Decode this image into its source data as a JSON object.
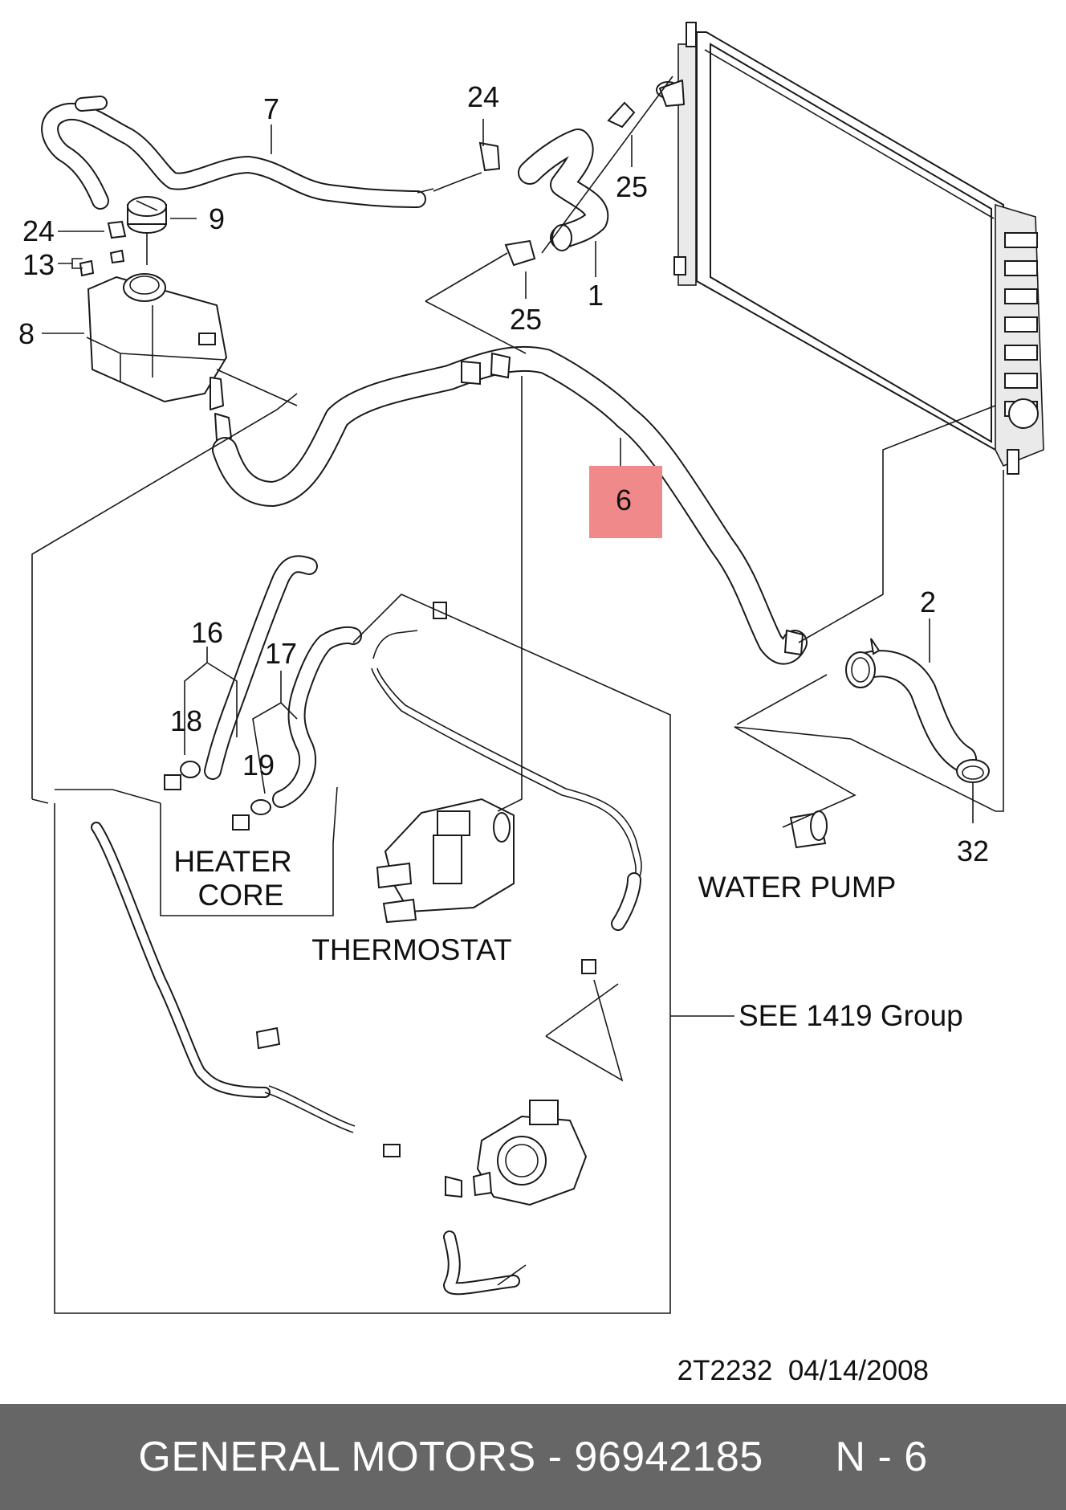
{
  "labels": {
    "p1": "1",
    "p2": "2",
    "p6": "6",
    "p7": "7",
    "p8": "8",
    "p9": "9",
    "p13": "13",
    "p16": "16",
    "p17": "17",
    "p18": "18",
    "p19": "19",
    "p24a": "24",
    "p24b": "24",
    "p25a": "25",
    "p25b": "25",
    "p32": "32"
  },
  "groups": {
    "heater_core_line1": "HEATER",
    "heater_core_line2": "CORE",
    "thermostat": "THERMOSTAT",
    "water_pump": "WATER PUMP",
    "see_group": "SEE 1419 Group"
  },
  "reference": "2T2232  04/14/2008",
  "footer": "GENERAL MOTORS - 96942185      N - 6",
  "colors": {
    "highlight": "#f08a8a",
    "footer_bg": "#666666"
  }
}
